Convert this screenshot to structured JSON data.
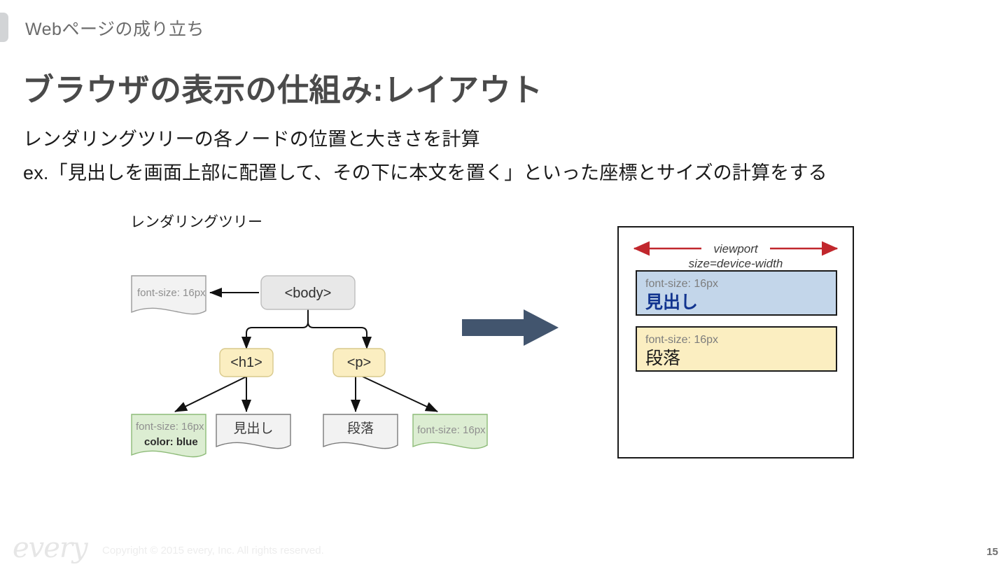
{
  "header": {
    "eyebrow": "Webページの成り立ち",
    "title": "ブラウザの表示の仕組み:レイアウト",
    "accent_color": "#d2d4d6"
  },
  "body_copy": {
    "line1": "レンダリングツリーの各ノードの位置と大きさを計算",
    "line2": "ex.「見出しを画面上部に配置して、その下に本文を置く」といった座標とサイズの計算をする"
  },
  "tree": {
    "caption": "レンダリングツリー",
    "nodes": {
      "body": "<body>",
      "h1": "<h1>",
      "p": "<p>"
    },
    "notes": {
      "body_note": "font-size: 16px",
      "h1_note_line1": "font-size: 16px",
      "h1_note_line2": "color: blue",
      "p_note": "font-size: 16px"
    },
    "text_nodes": {
      "heading": "見出し",
      "paragraph": "段落"
    },
    "colors": {
      "element_node": "#fbeec1",
      "text_node": "#f0f0f0",
      "style_note_plain": "#f2f2f2",
      "style_note_green": "#dcedd2"
    }
  },
  "transition_arrow": {
    "color": "#42556e",
    "direction": "right"
  },
  "viewport": {
    "caption_line1": "viewport",
    "caption_line2": "size=device-width",
    "arrow_color": "#c1272d",
    "boxes": [
      {
        "meta": "font-size: 16px",
        "content": "見出し",
        "background": "#c3d6ea",
        "text_color": "#11348f",
        "bold": true
      },
      {
        "meta": "font-size: 16px",
        "content": "段落",
        "background": "#fbeec1",
        "text_color": "#1a1a1a",
        "bold": false
      }
    ]
  },
  "footer": {
    "logo": "every",
    "copyright": "Copyright © 2015 every, Inc. All rights reserved.",
    "page_number": "15"
  }
}
